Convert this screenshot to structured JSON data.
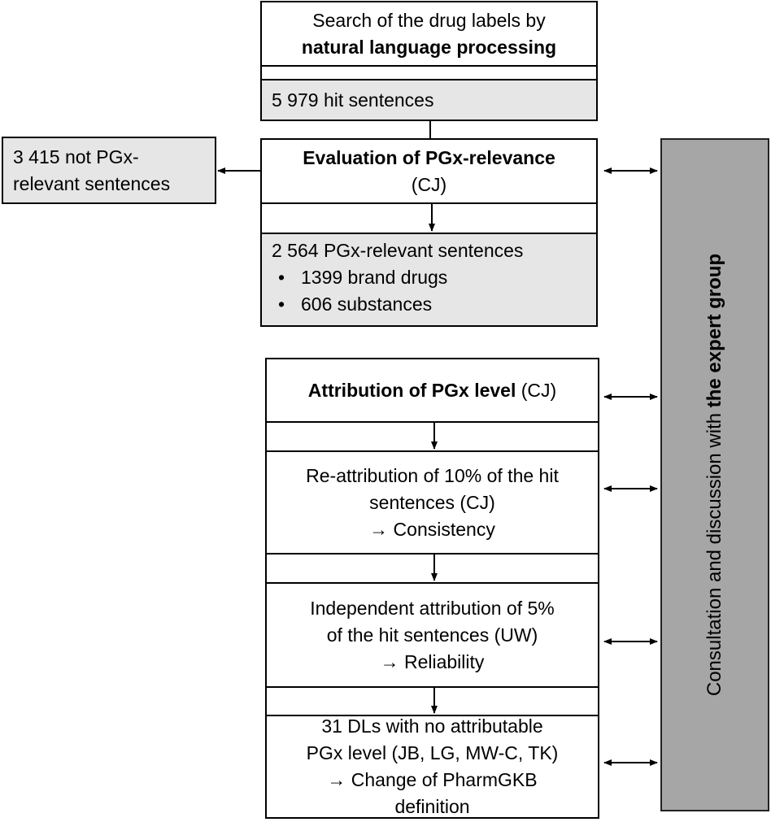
{
  "search": {
    "line1": "Search of the drug labels by",
    "line2_bold": "natural language processing",
    "hits": "5 979 hit sentences"
  },
  "not_relevant": {
    "line1": "3 415 not PGx-",
    "line2": "relevant sentences"
  },
  "evaluation": {
    "title_bold": "Evaluation of PGx-relevance",
    "who": "(CJ)",
    "result_title": "2 564 PGx-relevant sentences",
    "bullets": [
      "1399 brand drugs",
      "606 substances"
    ]
  },
  "attribution": {
    "title_bold": "Attribution of PGx level",
    "who": " (CJ)"
  },
  "reattribution": {
    "line1": "Re-attribution of 10% of the hit",
    "line2": "sentences (CJ)",
    "line3": "→ Consistency"
  },
  "independent": {
    "line1": "Independent attribution of 5%",
    "line2": "of the hit sentences (UW)",
    "line3": "→ Reliability"
  },
  "dls": {
    "line1": "31 DLs with no attributable",
    "line2": "PGx level (JB, LG, MW-C, TK)",
    "line3": "→ Change of PharmGKB",
    "line4": "definition"
  },
  "sidebar": {
    "text_normal": "Consultation and discussion with ",
    "text_bold": "the expert group"
  }
}
